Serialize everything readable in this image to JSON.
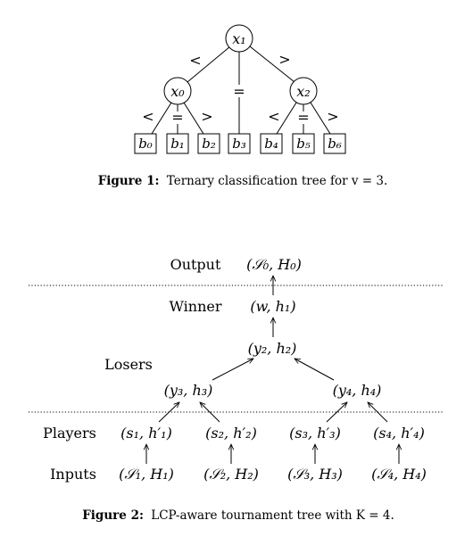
{
  "figure1": {
    "nodes": {
      "root": "x₁",
      "left": "x₀",
      "right": "x₂"
    },
    "edge_labels": {
      "root_left": "<",
      "root_mid": "=",
      "root_right": ">",
      "left_left": "<",
      "left_mid": "=",
      "left_right": ">",
      "right_left": "<",
      "right_mid": "=",
      "right_right": ">"
    },
    "leaves": [
      "b₀",
      "b₁",
      "b₂",
      "b₃",
      "b₄",
      "b₅",
      "b₆"
    ],
    "caption_label": "Figure 1:",
    "caption_text": "Ternary classification tree for v = 3."
  },
  "figure2": {
    "row_labels": {
      "output": "Output",
      "winner": "Winner",
      "losers": "Losers",
      "players": "Players",
      "inputs": "Inputs"
    },
    "output_node": "(𝒮₀, H₀)",
    "winner_node": "(w, h₁)",
    "loser_nodes": {
      "top": "(y₂, h₂)",
      "left": "(y₃, h₃)",
      "right": "(y₄, h₄)"
    },
    "players": [
      "(s₁, h′₁)",
      "(s₂, h′₂)",
      "(s₃, h′₃)",
      "(s₄, h′₄)"
    ],
    "inputs": [
      "(𝒮₁, H₁)",
      "(𝒮₂, H₂)",
      "(𝒮₃, H₃)",
      "(𝒮₄, H₄)"
    ],
    "caption_label": "Figure 2:",
    "caption_text": "LCP-aware tournament tree with K = 4."
  }
}
